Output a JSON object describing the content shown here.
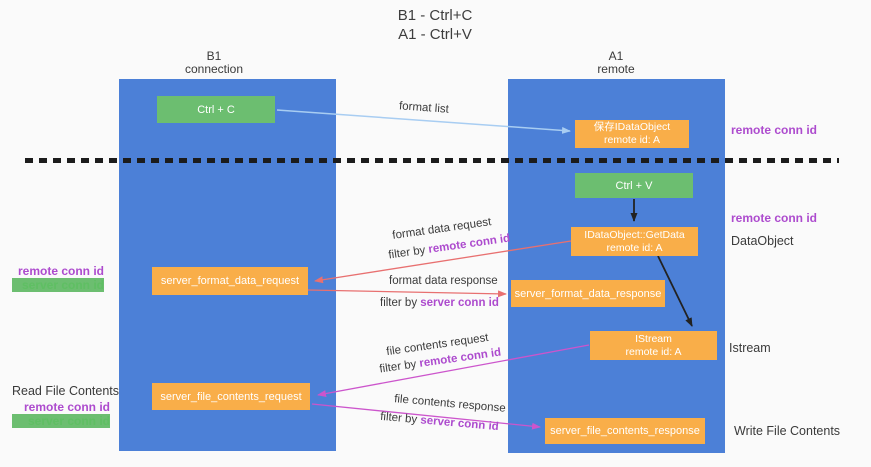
{
  "title": {
    "line1": "B1 - Ctrl+C",
    "line2": "A1 - Ctrl+V"
  },
  "lanes": {
    "b1": {
      "name": "B1",
      "role": "connection"
    },
    "a1": {
      "name": "A1",
      "role": "remote"
    }
  },
  "nodes": {
    "ctrl_c": {
      "label": "Ctrl + C"
    },
    "ctrl_v": {
      "label": "Ctrl + V"
    },
    "save_idataobject": {
      "line1": "保存IDataObject",
      "line2": "remote id: A"
    },
    "getdata": {
      "line1": "IDataObject::GetData",
      "line2": "remote id: A"
    },
    "istream": {
      "line1": "IStream",
      "line2": "remote id: A"
    },
    "format_request": {
      "label": "server_format_data_request"
    },
    "format_response": {
      "label": "server_format_data_response"
    },
    "file_request": {
      "label": "server_file_contents_request"
    },
    "file_response": {
      "label": "server_file_contents_response"
    }
  },
  "edges": {
    "format_list": {
      "label": "format list"
    },
    "format_data_request": {
      "label": "format data request",
      "filter_prefix": "filter by ",
      "filter_key": "remote conn id"
    },
    "format_data_response": {
      "label": "format data response",
      "filter_prefix": "filter by ",
      "filter_key": "server conn id"
    },
    "file_contents_request": {
      "label": "file contents request",
      "filter_prefix": "filter by ",
      "filter_key": "remote conn id"
    },
    "file_contents_response": {
      "label": "file contents response",
      "filter_prefix": "filter by ",
      "filter_key": "server conn id"
    }
  },
  "annotations": {
    "right_top_remote_conn_id": "remote conn id",
    "right_mid_remote_conn_id": "remote conn id",
    "dataobject": "DataObject",
    "istream": "Istream",
    "write_file_contents": "Write File Contents",
    "left_mid_remote_conn_id": "remote conn id",
    "left_mid_server_conn_id": "server conn id",
    "read_file_contents": "Read File Contents",
    "left_bottom_remote_conn_id": "remote conn id",
    "left_bottom_server_conn_id": "server conn id"
  },
  "colors": {
    "lane_blue": "#4c80d7",
    "node_orange": "#f9ae49",
    "node_green": "#6cbe70",
    "remote_conn_purple": "#ad4bce",
    "server_conn_green": "#5fbf63",
    "arrow_light_blue": "#a8cdf2",
    "arrow_salmon": "#e87070",
    "arrow_magenta": "#cc55cc",
    "arrow_black": "#222222"
  }
}
